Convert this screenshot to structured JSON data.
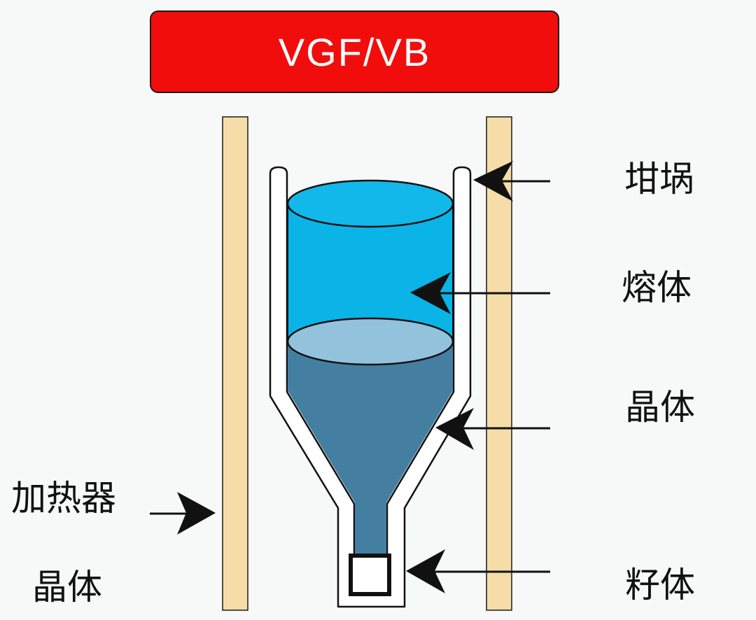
{
  "title": "VGF/VB",
  "labels": {
    "crucible": "坩埚",
    "melt": "熔体",
    "crystal_right": "晶体",
    "heater": "加热器",
    "crystal_left": "晶体",
    "seed": "籽体"
  },
  "colors": {
    "title_bg": "#f20d0d",
    "heater": "#f6dda8",
    "melt": "#0ab4e6",
    "melt_top": "#12b8ea",
    "crystal": "#447fa2",
    "interface": "#93c2dc",
    "crucible_wall": "#ffffff",
    "outline": "#111111"
  }
}
